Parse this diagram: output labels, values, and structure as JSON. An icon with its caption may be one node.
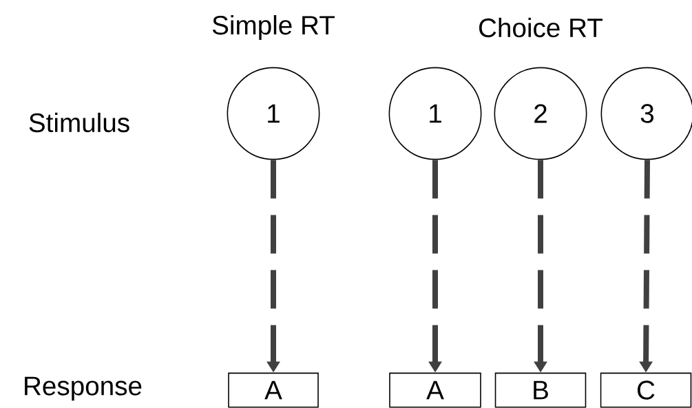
{
  "diagram": {
    "nodes": [
      {
        "text": [
          "1"
        ]
      },
      {
        "text": [
          "1"
        ]
      },
      {
        "text": [
          "2"
        ]
      },
      {
        "text": [
          "3"
        ]
      },
      {
        "text": [
          "A"
        ]
      },
      {
        "text": [
          "A"
        ]
      },
      {
        "text": [
          "B"
        ]
      },
      {
        "text": [
          "C"
        ]
      }
    ],
    "edges": [
      {
        "from": 0,
        "to": 4,
        "arrow": "to",
        "style": "dashed"
      },
      {
        "from": 1,
        "to": 5,
        "arrow": "to",
        "style": "dashed"
      },
      {
        "from": 2,
        "to": 6,
        "arrow": "to",
        "style": "dashed"
      },
      {
        "from": 3,
        "to": 7,
        "arrow": "to",
        "style": "dashed"
      }
    ],
    "labels": [
      "Simple RT",
      "Choice RT",
      "Stimulus",
      "Response"
    ]
  }
}
